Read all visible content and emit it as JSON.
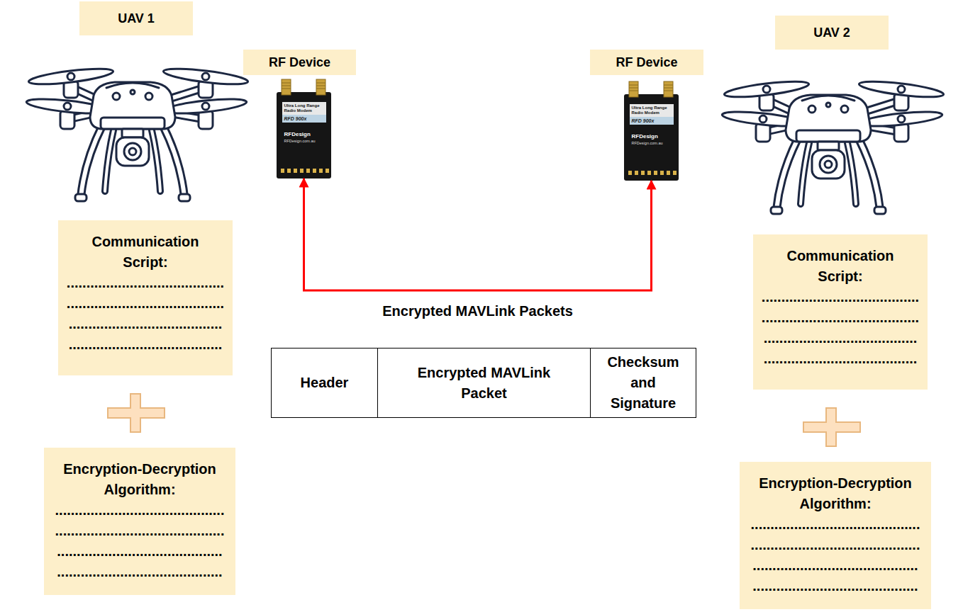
{
  "diagram": {
    "nodes": [
      {
        "text": [
          "UAV 1"
        ]
      },
      {
        "text": [
          "RF Device"
        ]
      },
      {
        "text": [
          "RF Device"
        ]
      },
      {
        "text": [
          "UAV 2"
        ]
      },
      {
        "text": [
          "Ultra Long Range Radio Modem",
          "RFD 900x",
          "RFDesign",
          "RFDesign.com.au"
        ]
      },
      {
        "text": [
          "Ultra Long Range Radio Modem",
          "RFD 900x",
          "RFDesign",
          "RFDesign.com.au"
        ]
      },
      {
        "text": [
          "Communication Script:",
          "........................................",
          "........................................",
          ".......................................",
          "......................................."
        ]
      },
      {
        "text": [
          "Communication Script:",
          "........................................",
          "........................................",
          ".......................................",
          "......................................."
        ]
      },
      {
        "text": [
          "Header"
        ]
      },
      {
        "text": [
          "Encrypted MAVLink Packet"
        ]
      },
      {
        "text": [
          "Checksum and Signature"
        ]
      },
      {
        "text": [
          "Encryption-Decryption Algorithm:",
          "...........................................",
          "...........................................",
          "..........................................",
          ".........................................."
        ]
      },
      {
        "text": [
          "Encryption-Decryption Algorithm:",
          "...........................................",
          "...........................................",
          "..........................................",
          ".........................................."
        ]
      }
    ],
    "edges": [
      {
        "from": 4,
        "to": 5,
        "label": "Encrypted MAVLink Packets",
        "arrow": "both"
      }
    ]
  }
}
